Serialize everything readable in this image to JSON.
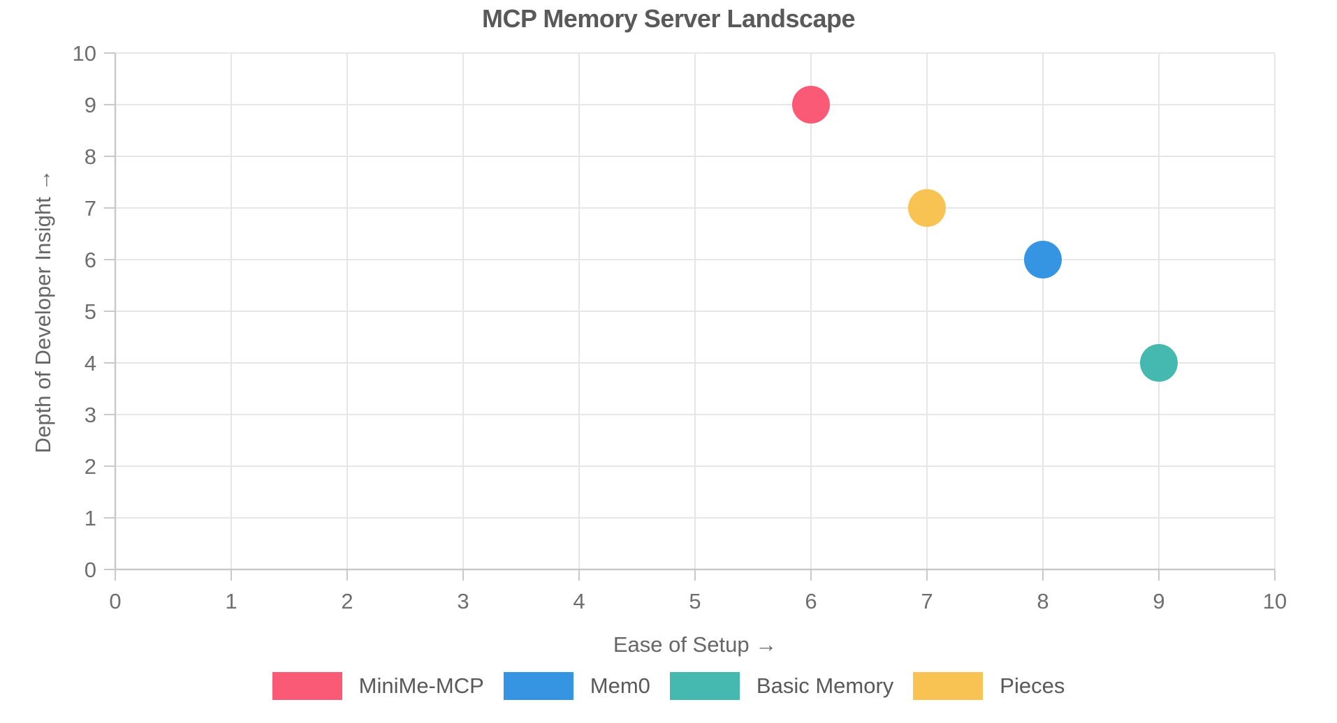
{
  "chart_data": {
    "type": "scatter",
    "title": "MCP Memory Server Landscape",
    "xlabel": "Ease of Setup →",
    "ylabel": "Depth of Developer Insight →",
    "xlim": [
      0,
      10
    ],
    "ylim": [
      0,
      10
    ],
    "x_ticks": [
      0,
      1,
      2,
      3,
      4,
      5,
      6,
      7,
      8,
      9,
      10
    ],
    "y_ticks": [
      0,
      1,
      2,
      3,
      4,
      5,
      6,
      7,
      8,
      9,
      10
    ],
    "grid": true,
    "legend_position": "bottom",
    "marker_radius": 27,
    "grid_color": "#e6e6e6",
    "axis_color": "#c9c9c9",
    "series": [
      {
        "name": "MiniMe-MCP",
        "color": "#FB5A77",
        "points": [
          {
            "x": 6,
            "y": 9
          }
        ]
      },
      {
        "name": "Mem0",
        "color": "#3595E2",
        "points": [
          {
            "x": 8,
            "y": 6
          }
        ]
      },
      {
        "name": "Basic Memory",
        "color": "#45B8B0",
        "points": [
          {
            "x": 9,
            "y": 4
          }
        ]
      },
      {
        "name": "Pieces",
        "color": "#F8C352",
        "points": [
          {
            "x": 7,
            "y": 7
          }
        ]
      }
    ]
  }
}
